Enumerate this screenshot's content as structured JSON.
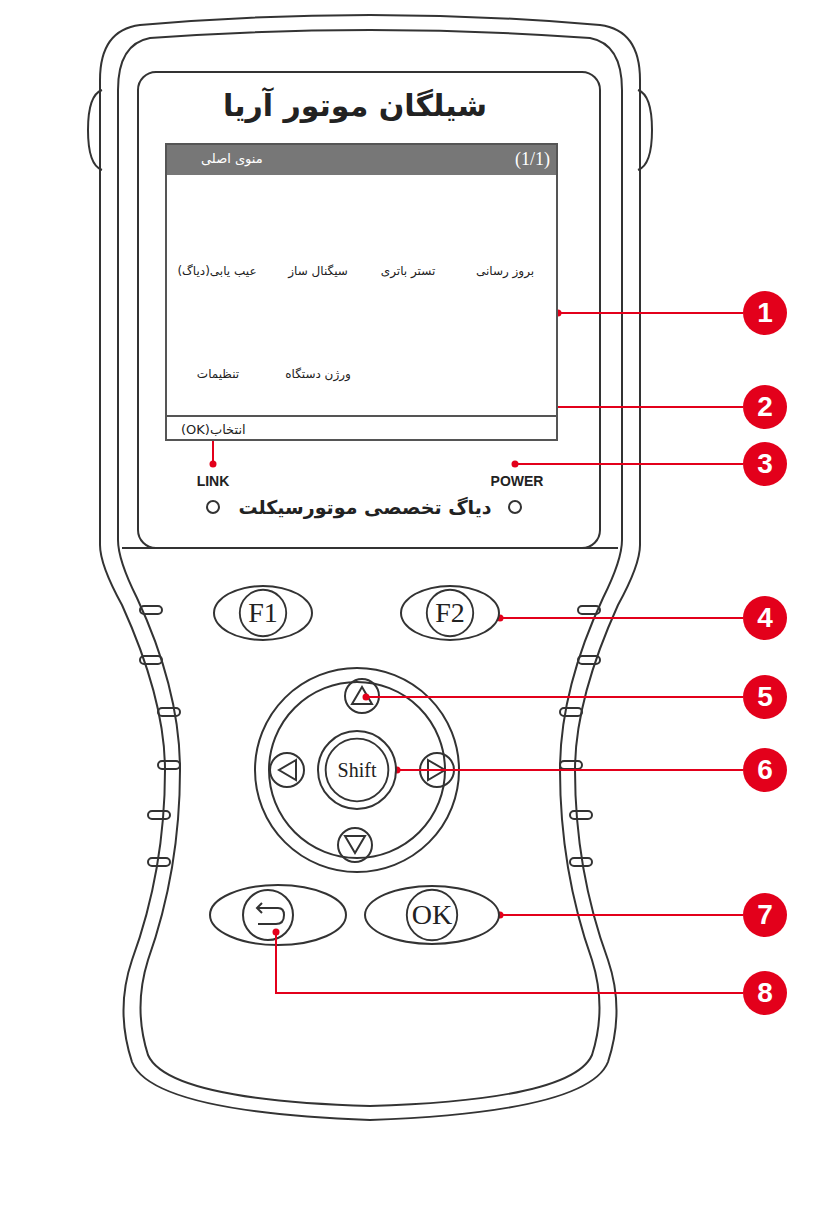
{
  "diagram": {
    "nodes": [
      {
        "text": [
          "منوی اصلی",
          "(1/1)",
          "انتخاب(OK)"
        ]
      },
      {
        "text": [
          "F1"
        ]
      },
      {
        "text": [
          "F2"
        ]
      },
      {
        "text": [
          "Shift"
        ]
      },
      {
        "text": [
          "OK"
        ]
      },
      {
        "text": [
          "1"
        ]
      },
      {
        "text": [
          "2"
        ]
      },
      {
        "text": [
          "3"
        ]
      },
      {
        "text": [
          "4"
        ]
      },
      {
        "text": [
          "5"
        ]
      },
      {
        "text": [
          "6"
        ]
      },
      {
        "text": [
          "7"
        ]
      },
      {
        "text": [
          "8"
        ]
      }
    ],
    "edges": [
      {
        "from": 5,
        "to": 0,
        "arrow": "none"
      },
      {
        "from": 8,
        "to": 2,
        "arrow": "none"
      },
      {
        "from": 10,
        "to": 3,
        "arrow": "none"
      },
      {
        "from": 11,
        "to": 4,
        "arrow": "none"
      }
    ],
    "labels": [
      "شیلگان موتور آریا",
      "عیب یابی(دیاگ)",
      "سیگنال ساز",
      "تستر باتری",
      "بروز رسانی",
      "تنظیمات",
      "ورژن دستگاه",
      "LINK",
      "POWER",
      "دیاگ تخصصی موتورسیکلت"
    ]
  }
}
